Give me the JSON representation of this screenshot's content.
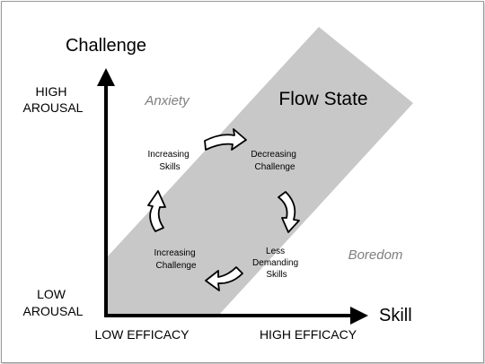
{
  "diagram": {
    "y_axis_title": "Challenge",
    "x_axis_title": "Skill",
    "y_high_label": [
      "HIGH",
      "AROUSAL"
    ],
    "y_low_label": [
      "LOW",
      "AROUSAL"
    ],
    "x_low_label": "LOW EFFICACY",
    "x_high_label": "HIGH EFFICACY",
    "band_title": "Flow State",
    "region_upper": "Anxiety",
    "region_lower": "Boredom",
    "cycle_steps": [
      {
        "lines": [
          "Increasing",
          "Skills"
        ]
      },
      {
        "lines": [
          "Decreasing",
          "Challenge"
        ]
      },
      {
        "lines": [
          "Less",
          "Demanding",
          "Skills"
        ]
      },
      {
        "lines": [
          "Increasing",
          "Challenge"
        ]
      }
    ],
    "colors": {
      "band": "#c8c8c8",
      "axis": "#000000",
      "region_text": "#7f7f7f",
      "arrow_fill": "#ffffff"
    }
  }
}
